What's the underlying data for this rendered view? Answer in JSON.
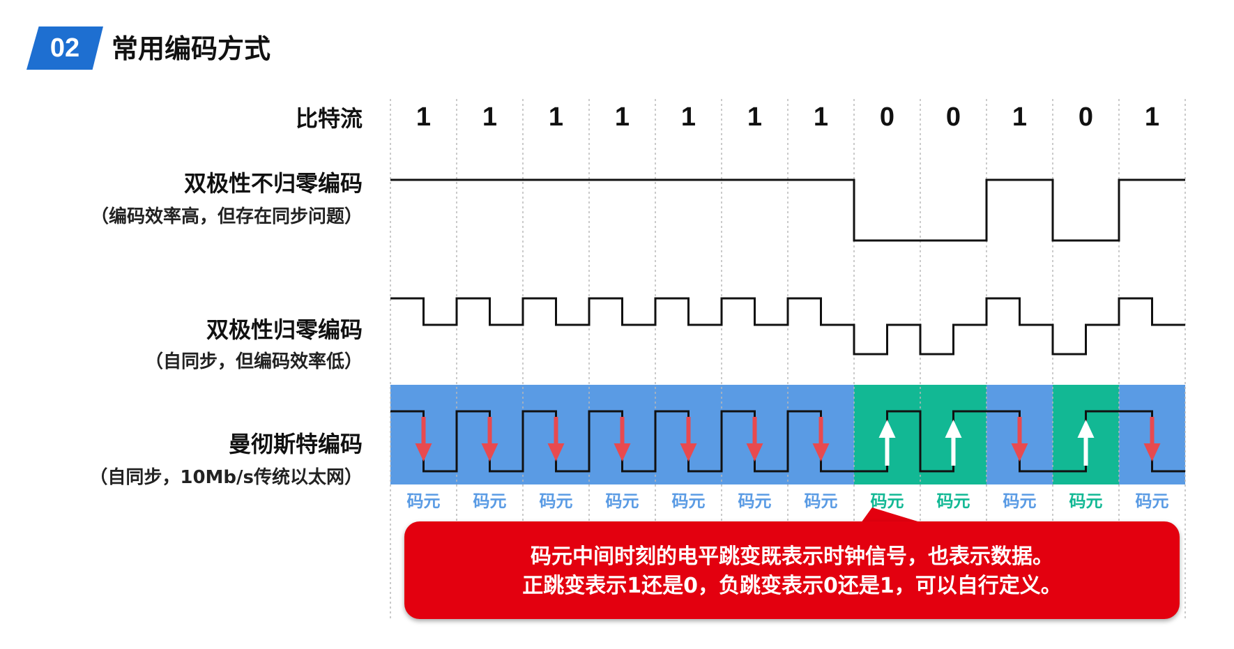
{
  "header": {
    "badge": "02",
    "title": "常用编码方式"
  },
  "rows": {
    "bitstream_label": "比特流",
    "nrz": {
      "label": "双极性不归零编码",
      "note": "（编码效率高，但存在同步问题）"
    },
    "rz": {
      "label": "双极性归零编码",
      "note": "（自同步，但编码效率低）"
    },
    "manchester": {
      "label": "曼彻斯特编码",
      "note": "（自同步，10Mb/s传统以太网）"
    }
  },
  "bits": [
    "1",
    "1",
    "1",
    "1",
    "1",
    "1",
    "1",
    "0",
    "0",
    "1",
    "0",
    "1"
  ],
  "symbol_label": "码元",
  "callout": {
    "line1": "码元中间时刻的电平跳变既表示时钟信号，也表示数据。",
    "line2": "正跳变表示1还是0，负跳变表示0还是1，可以自行定义。"
  },
  "colors": {
    "badge": "#1e6fd1",
    "one_cell": "#5a9be4",
    "zero_cell": "#12b894",
    "falling_arrow": "#e84a4f",
    "rising_arrow": "#ffffff",
    "callout": "#e3000f",
    "waveform": "#111111",
    "grid": "#b8b8b8"
  },
  "icons": {
    "falling_edge": "down-arrow-icon",
    "rising_edge": "up-arrow-icon"
  }
}
